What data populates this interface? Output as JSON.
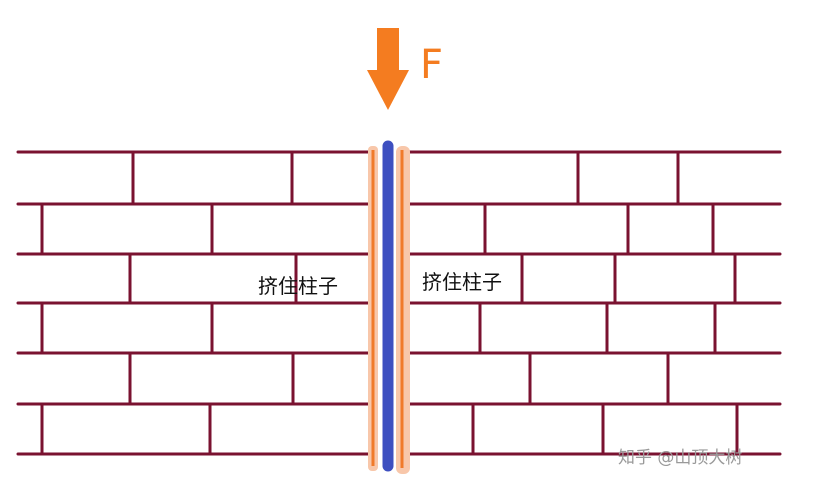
{
  "force": {
    "label": "F"
  },
  "labels": {
    "left": "挤住柱子",
    "right": "挤住柱子"
  },
  "watermark": "知乎 @山顶大树",
  "colors": {
    "mortar": "#7a1230",
    "pole": "#3d4fc0",
    "pole_edge": "#f07a2a",
    "glow": "#f8c7aa",
    "arrow": "#f47c20"
  }
}
